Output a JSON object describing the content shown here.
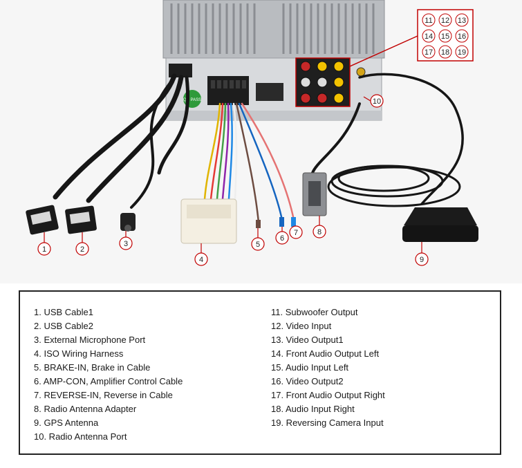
{
  "photo": {
    "qc_badge": "QC PASS",
    "callouts": [
      "1",
      "2",
      "3",
      "4",
      "5",
      "6",
      "7",
      "8",
      "9",
      "10"
    ],
    "port_grid": [
      [
        "11",
        "12",
        "13"
      ],
      [
        "14",
        "15",
        "16"
      ],
      [
        "17",
        "18",
        "19"
      ]
    ]
  },
  "legend": {
    "left": [
      "1. USB Cable1",
      "2. USB Cable2",
      "3. External Microphone Port",
      "4. ISO Wiring Harness",
      "5. BRAKE-IN, Brake in Cable",
      "6. AMP-CON, Amplifier Control Cable",
      "7. REVERSE-IN, Reverse in Cable",
      "8. Radio Antenna Adapter",
      "9. GPS Antenna",
      "10. Radio Antenna Port"
    ],
    "right": [
      "11. Subwoofer Output",
      "12. Video Input",
      "13. Video Output1",
      "14. Front Audio Output Left",
      "15. Audio Input Left",
      "16. Video Output2",
      "17. Front Audio Output Right",
      "18. Audio Input Right",
      "19. Reversing Camera Input"
    ]
  },
  "colors": {
    "border": "#222222",
    "callout_circle": "#c00000",
    "port_box": "#c00000",
    "rca_red": "#c62828",
    "rca_yellow": "#f2c200",
    "rca_white": "#dddddd",
    "harness_white": "#f4efe2",
    "qc_green": "#2e9a3a"
  }
}
